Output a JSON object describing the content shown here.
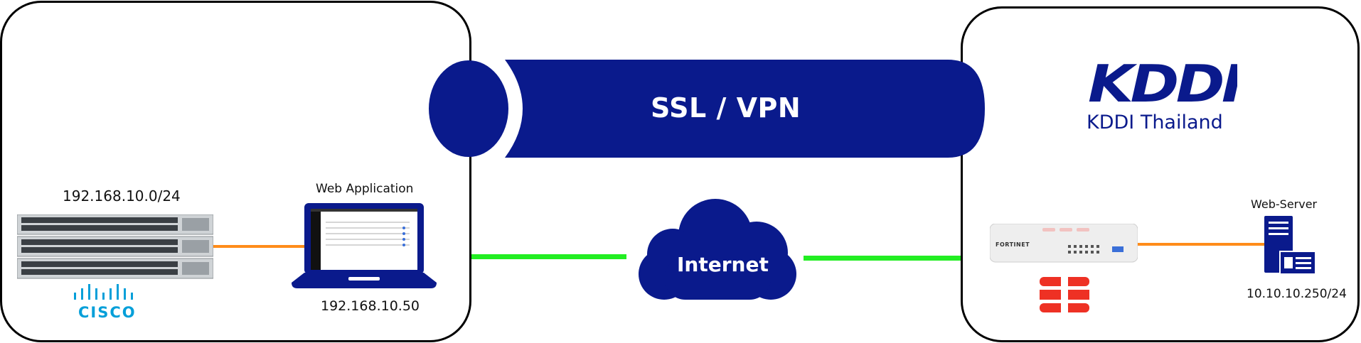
{
  "tunnel": {
    "label": "SSL / VPN"
  },
  "internet": {
    "label": "Internet"
  },
  "left_site": {
    "subnet": "192.168.10.0/24",
    "vendor_logo": "CISCO",
    "app_label": "Web Application",
    "laptop_ip": "192.168.10.50"
  },
  "right_site": {
    "brand_logo": "KDDI",
    "brand_name": "KDDI Thailand",
    "firewall_brand": "FORTINET",
    "server_label": "Web-Server",
    "server_ip": "10.10.10.250/24"
  },
  "colors": {
    "navy": "#0a1a8c",
    "cisco_blue": "#049fd9",
    "fortinet_red": "#ee3124",
    "internet_link": "#22ee22",
    "lan_link": "#ff8c1a"
  },
  "icons": [
    "switch-stack-icon",
    "laptop-icon",
    "cloud-icon",
    "firewall-icon",
    "fortinet-logo-icon",
    "server-icon",
    "cisco-logo-icon",
    "kddi-logo-icon"
  ]
}
